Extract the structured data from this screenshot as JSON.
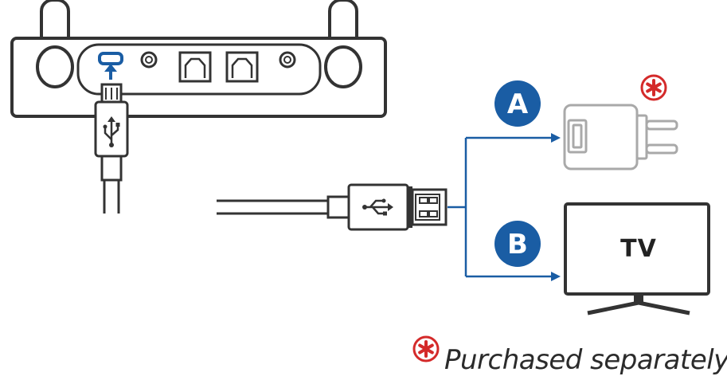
{
  "labels": {
    "option_a": "A",
    "option_b": "B",
    "tv": "TV",
    "footnote": "Purchased separately"
  },
  "colors": {
    "line": "#333333",
    "accent_blue": "#1a5da4",
    "badge_red": "#d42a2a",
    "adapter_gray": "#a9a9a9"
  },
  "icons": {
    "usb_symbol": "usb-icon",
    "required_marker": "asterisk-icon"
  }
}
